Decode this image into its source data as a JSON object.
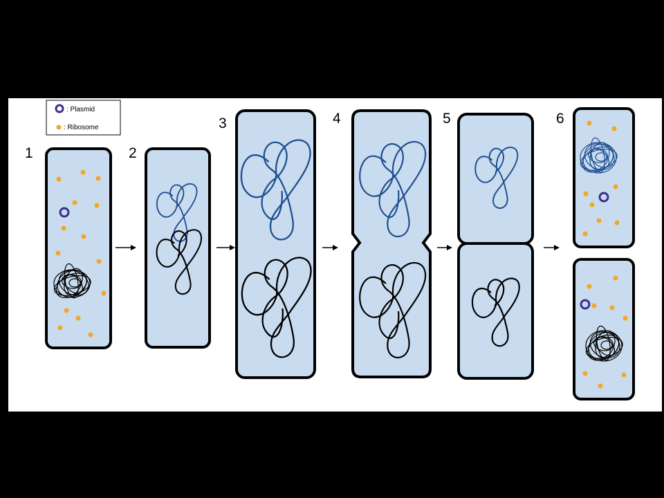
{
  "legend": {
    "plasmid_label": ": Plasmid",
    "ribosome_label": ": Ribosome"
  },
  "steps": [
    {
      "number": "1"
    },
    {
      "number": "2"
    },
    {
      "number": "3"
    },
    {
      "number": "4"
    },
    {
      "number": "5"
    },
    {
      "number": "6"
    }
  ],
  "colors": {
    "background": "#000000",
    "panel": "#ffffff",
    "cell_fill": "#c9dcef",
    "cell_outline": "#000000",
    "ribosome": "#f5a623",
    "plasmid": "#3d2f8f",
    "dna_blue": "#1f4e91",
    "dna_black": "#000000"
  }
}
